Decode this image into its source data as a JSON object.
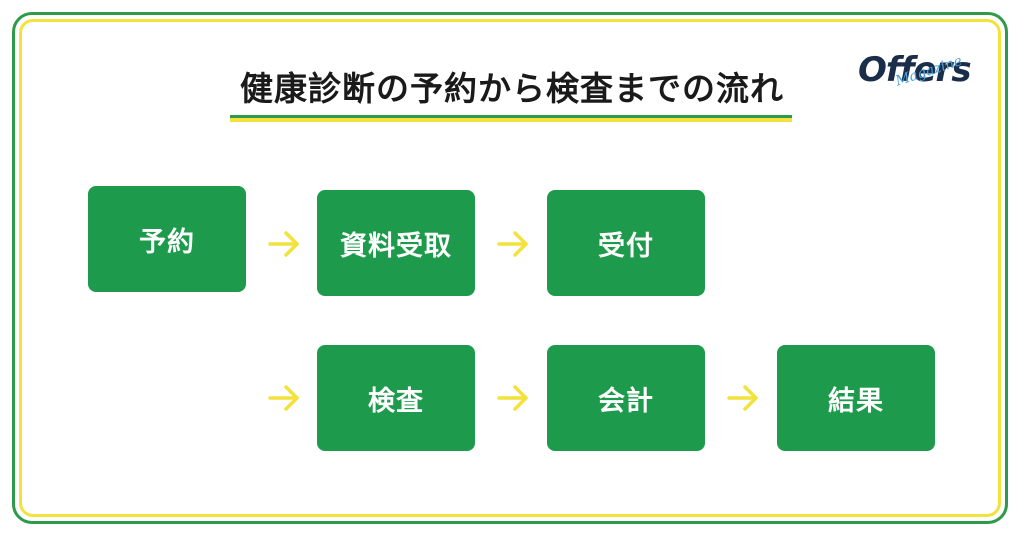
{
  "title": "健康診断の予約から検査までの流れ",
  "logo": {
    "main": "Offers",
    "sub": "Magazine"
  },
  "colors": {
    "green": "#1e9a4c",
    "frame_green": "#2e9a4a",
    "yellow": "#f2e23b",
    "text": "#1a1a1a"
  },
  "flow": {
    "row1": [
      "予約",
      "資料受取",
      "受付"
    ],
    "row2": [
      "検査",
      "会計",
      "結果"
    ]
  },
  "arrow_icon": "arrow-right-icon"
}
